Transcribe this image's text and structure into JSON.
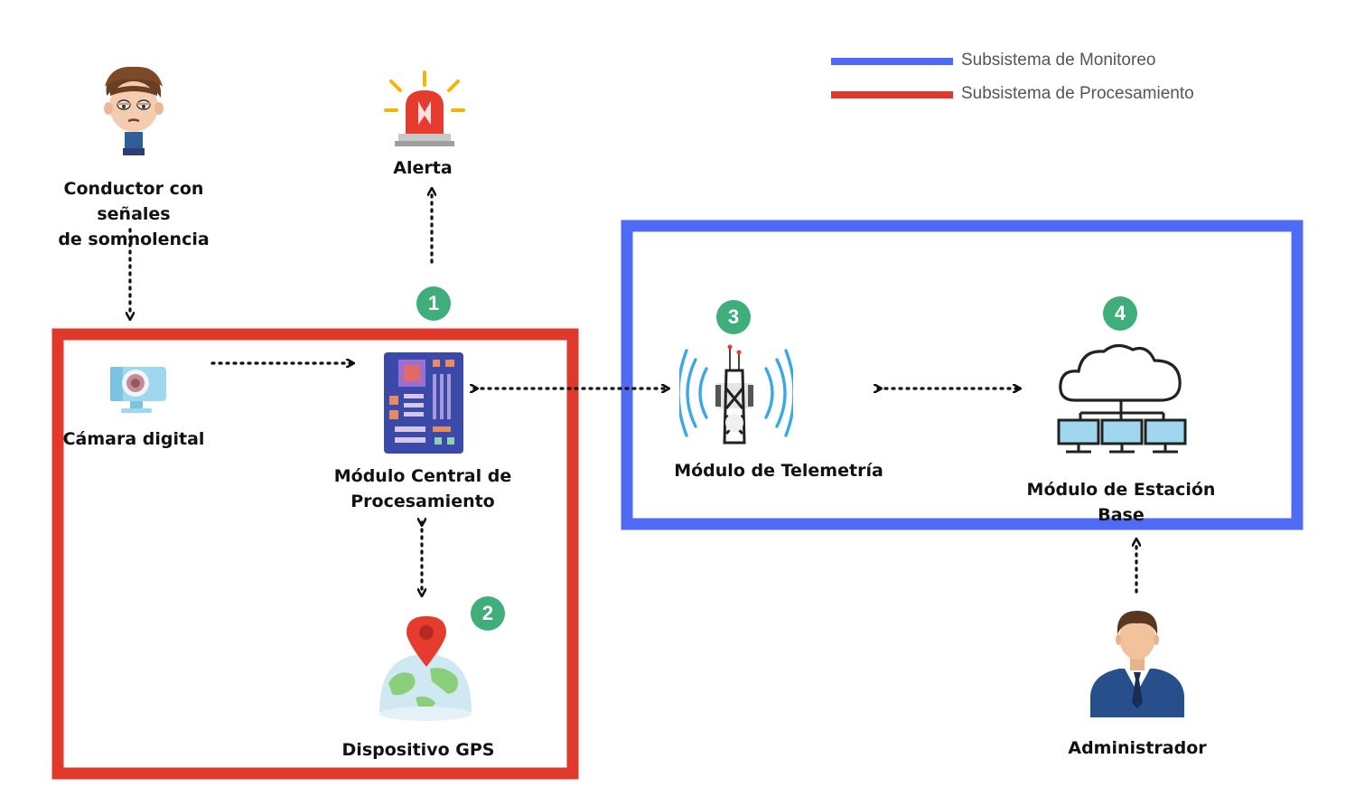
{
  "legend": {
    "monitoring": {
      "label": "Subsistema de Monitoreo",
      "color": "#4f6bf5"
    },
    "processing": {
      "label": "Subsistema de Procesamiento",
      "color": "#e0392b"
    }
  },
  "nodes": {
    "driver": {
      "label_line1": "Conductor con señales",
      "label_line2": "de somnolencia",
      "icon": "drowsy-driver-icon"
    },
    "alert": {
      "label": "Alerta",
      "icon": "alarm-siren-icon"
    },
    "camera": {
      "label": "Cámara digital",
      "icon": "camera-icon"
    },
    "cpu": {
      "label_line1": "Módulo Central de",
      "label_line2": "Procesamiento",
      "icon": "motherboard-icon"
    },
    "gps": {
      "label": "Dispositivo GPS",
      "icon": "gps-globe-icon"
    },
    "telemetry": {
      "label": "Módulo de Telemetría",
      "icon": "antenna-tower-icon"
    },
    "base": {
      "label": "Módulo de Estación Base",
      "icon": "cloud-network-icon"
    },
    "admin": {
      "label": "Administrador",
      "icon": "administrator-icon"
    }
  },
  "badges": {
    "b1": "1",
    "b2": "2",
    "b3": "3",
    "b4": "4"
  },
  "colors": {
    "badge": "#3fae7a",
    "arrow": "#111111"
  }
}
